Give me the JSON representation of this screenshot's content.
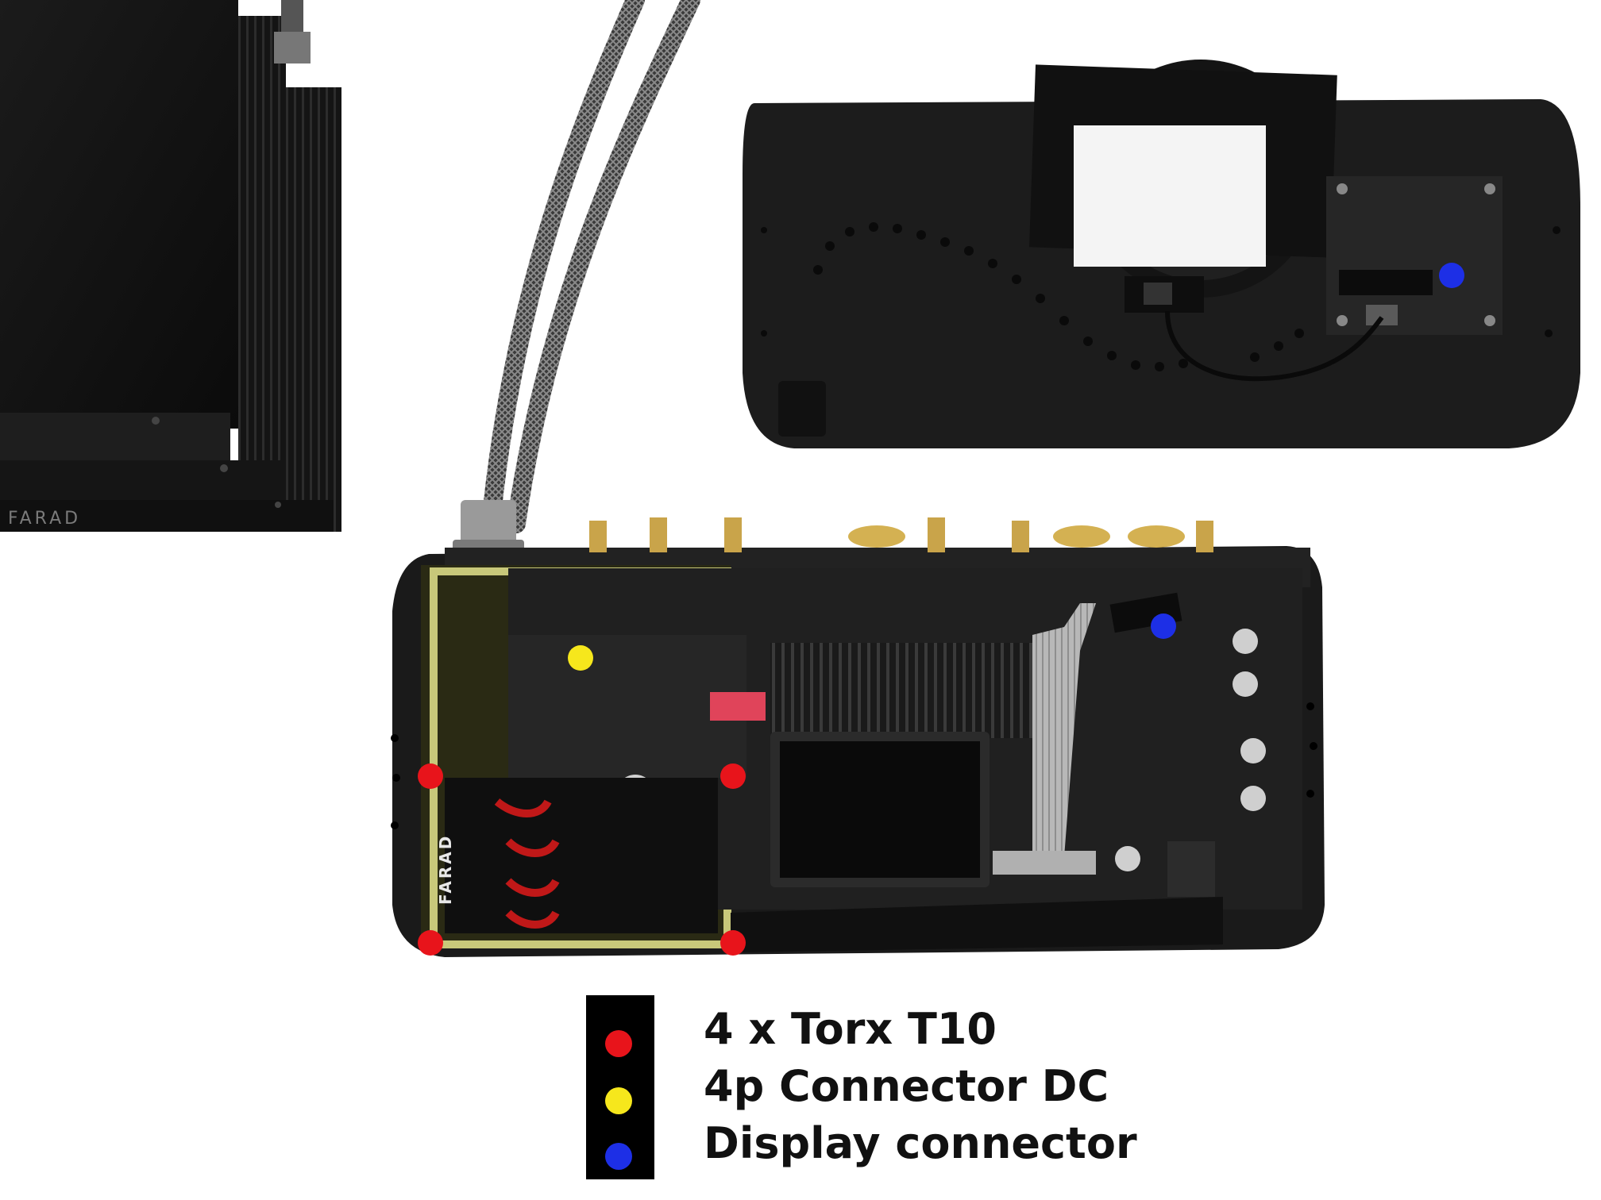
{
  "photo": {
    "psu_brand": "FARAD",
    "pcb_brand": "FARAD"
  },
  "legend": {
    "items": [
      {
        "label": "4 x Torx T10",
        "color": "#e8141b",
        "icon": "red-dot"
      },
      {
        "label": "4p Connector DC",
        "color": "#f6e71c",
        "icon": "yellow-dot"
      },
      {
        "label": "Display connector",
        "color": "#1d2fe6",
        "icon": "blue-dot"
      }
    ]
  },
  "markers": {
    "torx_color": "#e8141b",
    "dc_color": "#f6e71c",
    "display_color": "#1d2fe6"
  }
}
